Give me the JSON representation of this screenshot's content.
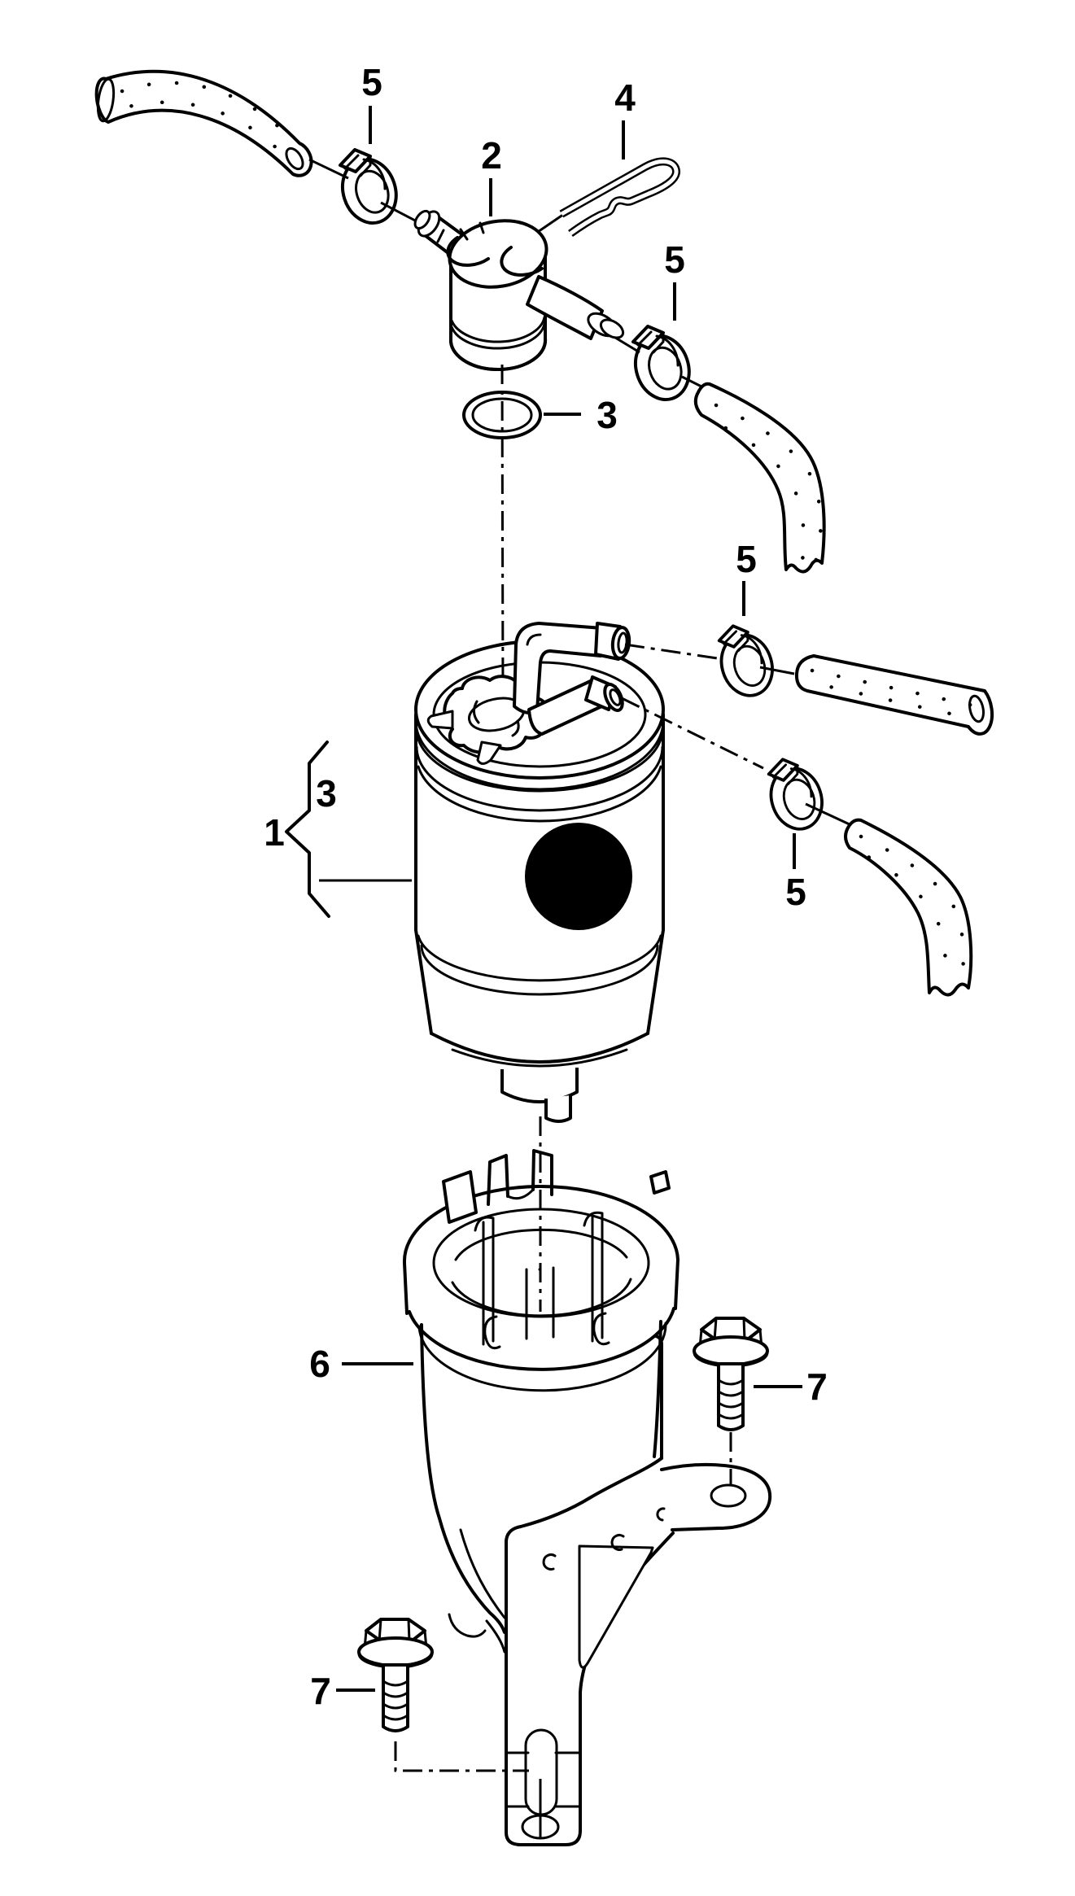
{
  "figure": {
    "kind": "exploded-parts-line-drawing",
    "background_color": "#ffffff",
    "line_color": "#000000"
  },
  "callouts": {
    "clamp_top": "5",
    "check_valve": "2",
    "retaining_clip": "4",
    "clamp_upper_right": "5",
    "seal_ring": "3",
    "clamp_mid_right": "5",
    "clamp_lower_right": "5",
    "filter_with_seal": "3",
    "fuel_filter": "1",
    "bracket_housing": "6",
    "bolt_upper": "7",
    "bolt_lower": "7"
  }
}
